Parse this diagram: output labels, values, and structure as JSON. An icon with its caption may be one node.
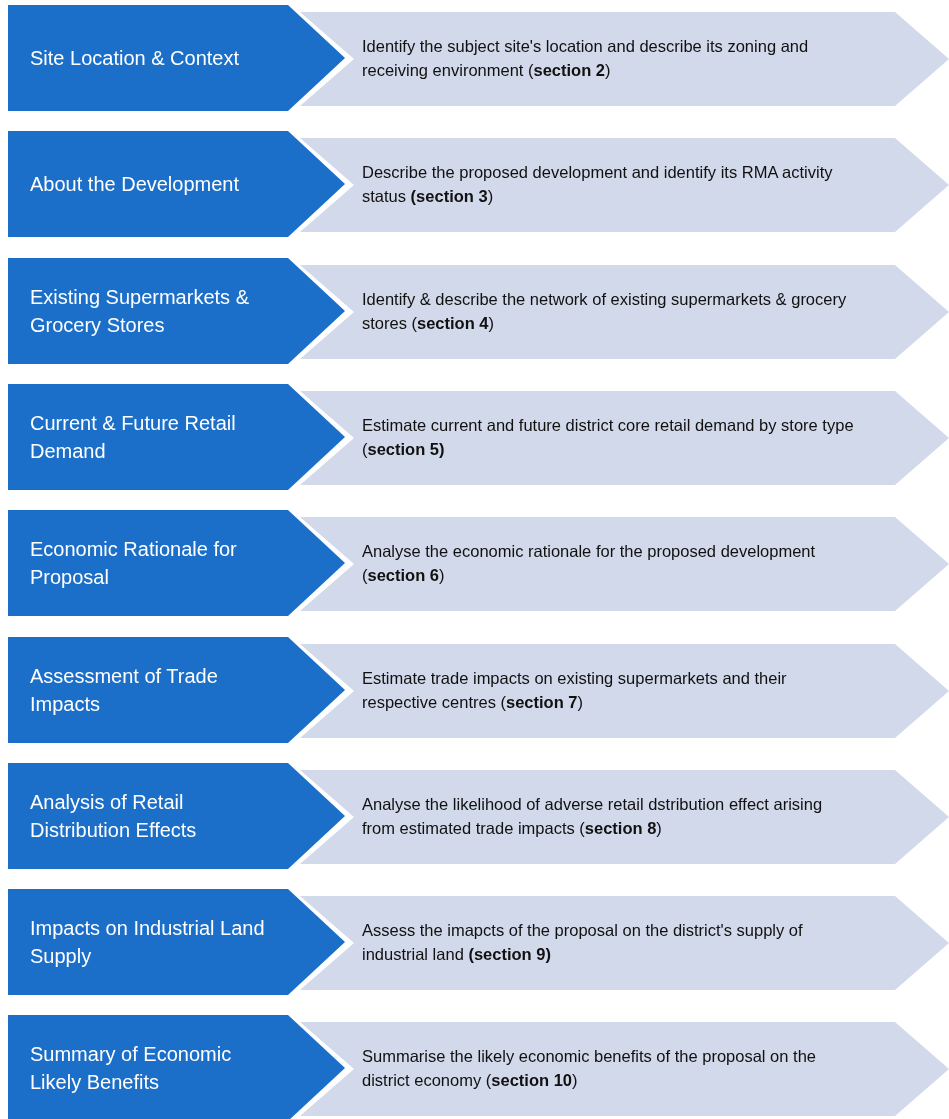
{
  "diagram": {
    "nodes": [
      {
        "text": [
          "Site Location & Context"
        ]
      },
      {
        "text": [
          "Identify the subject site's location and describe its zoning and receiving environment (**section 2**)"
        ]
      },
      {
        "text": [
          "About the Development"
        ]
      },
      {
        "text": [
          "Describe the proposed development and identify its RMA activity status **(section 3**)"
        ]
      },
      {
        "text": [
          "Existing Supermarkets & Grocery Stores"
        ]
      },
      {
        "text": [
          "Identify & describe the network of existing supermarkets & grocery stores (**section 4**)"
        ]
      },
      {
        "text": [
          "Current & Future Retail Demand"
        ]
      },
      {
        "text": [
          "Estimate current and future district core retail demand by store type (**section 5)**"
        ]
      },
      {
        "text": [
          "Economic Rationale for Proposal"
        ]
      },
      {
        "text": [
          "Analyse the economic rationale for the proposed development (**section 6**)"
        ]
      },
      {
        "text": [
          "Assessment of Trade Impacts"
        ]
      },
      {
        "text": [
          "Estimate trade impacts on existing supermarkets and their respective centres (**section 7**)"
        ]
      },
      {
        "text": [
          "Analysis of Retail Distribution Effects"
        ]
      },
      {
        "text": [
          "Analyse the likelihood of adverse retail dstribution effect arising from estimated trade impacts (**section 8**)"
        ]
      },
      {
        "text": [
          "Impacts on Industrial Land Supply"
        ]
      },
      {
        "text": [
          "Assess the imapcts of the proposal on the district's supply of industrial land **(section 9)**"
        ]
      },
      {
        "text": [
          "Summary of Economic Likely Benefits"
        ]
      },
      {
        "text": [
          "Summarise the likely economic benefits of the proposal on the district economy (**section 10**)"
        ]
      }
    ]
  }
}
